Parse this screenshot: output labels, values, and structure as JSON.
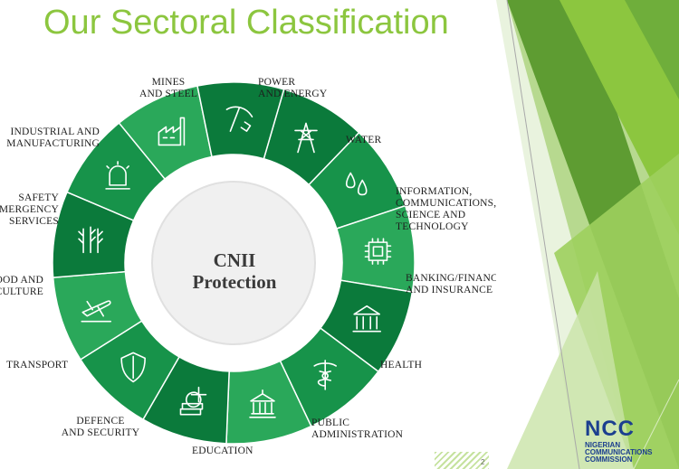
{
  "slide": {
    "title": "Our Sectoral Classification",
    "page_number": "2"
  },
  "diagram": {
    "center_lines": [
      "CNII",
      "Protection"
    ],
    "sectors": [
      {
        "label": "POWER\nAND ENERGY",
        "icon": "power-tower-icon"
      },
      {
        "label": "WATER",
        "icon": "water-drops-icon"
      },
      {
        "label": "INFORMATION,\nCOMMUNICATIONS,\nSCIENCE AND\nTECHNOLOGY",
        "icon": "chip-icon"
      },
      {
        "label": "BANKING/FINANCE\nAND INSURANCE",
        "icon": "bank-icon"
      },
      {
        "label": "HEALTH",
        "icon": "caduceus-icon"
      },
      {
        "label": "PUBLIC\nADMINISTRATION",
        "icon": "government-building-icon"
      },
      {
        "label": "EDUCATION",
        "icon": "books-globe-icon"
      },
      {
        "label": "DEFENCE\nAND SECURITY",
        "icon": "shield-icon"
      },
      {
        "label": "TRANSPORT",
        "icon": "airplane-icon"
      },
      {
        "label": "FOOD AND\nAGRICULTURE",
        "icon": "crops-icon"
      },
      {
        "label": "SAFETY\nEMERGENCY\nSERVICES",
        "icon": "siren-icon"
      },
      {
        "label": "INDUSTRIAL AND\nMANUFACTURING",
        "icon": "factory-icon"
      },
      {
        "label": "MINES\nAND STEEL",
        "icon": "pickaxe-icon"
      }
    ]
  },
  "logo": {
    "letters": "NCC",
    "lines": [
      "NIGERIAN",
      "COMMUNICATIONS",
      "COMMISSION"
    ]
  },
  "colors": {
    "accent": "#8cc63f",
    "wheel_dark": "#0b7a3b",
    "wheel_mid": "#17934a",
    "wheel_light": "#2aa85a",
    "logo_blue": "#1c3f8f"
  }
}
